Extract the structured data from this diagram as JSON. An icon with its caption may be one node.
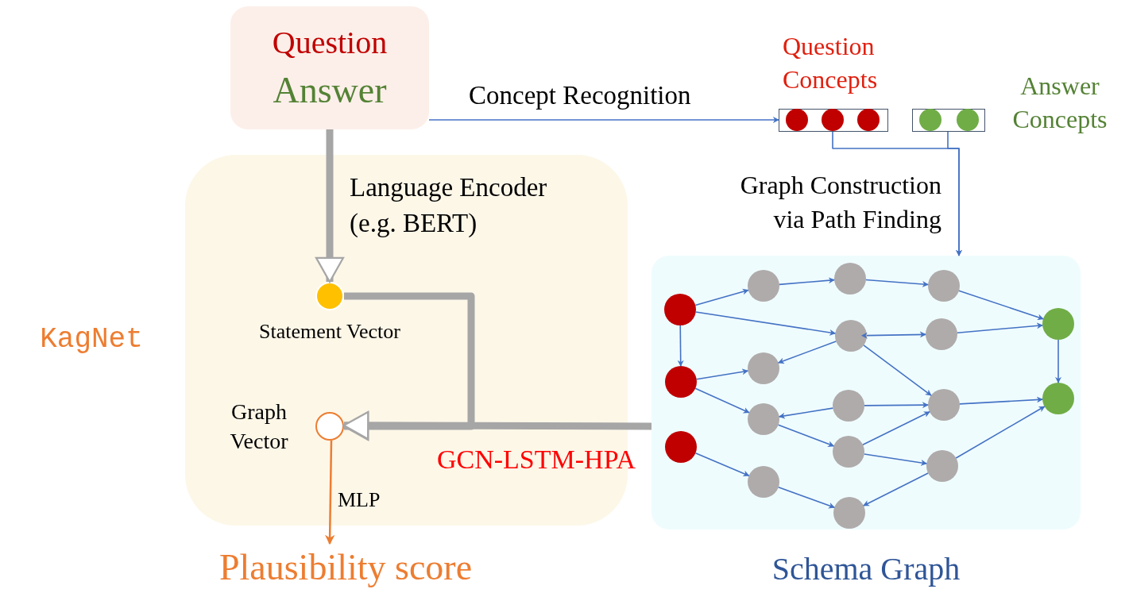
{
  "diagram": {
    "nodes": [
      {
        "text": [
          "Question",
          "Answer"
        ]
      },
      {
        "text": [
          "Question Concepts"
        ]
      },
      {
        "text": [],
        "shape": "circle",
        "in": 1
      },
      {
        "text": [],
        "shape": "circle",
        "in": 1
      },
      {
        "text": [],
        "shape": "circle",
        "in": 1
      },
      {
        "text": [
          "Answer Concepts"
        ]
      },
      {
        "text": [],
        "shape": "circle",
        "in": 5
      },
      {
        "text": [],
        "shape": "circle",
        "in": 5
      },
      {
        "text": [],
        "shape": "box",
        "beside": [
          "KagNet"
        ]
      },
      {
        "text": [
          "Statement Vector"
        ],
        "in": 8
      },
      {
        "text": [
          "Graph Vector"
        ],
        "in": 8
      },
      {
        "text": [
          "Schema Graph"
        ]
      },
      {
        "text": [],
        "shape": "circle",
        "in": 11
      },
      {
        "text": [],
        "shape": "circle",
        "in": 11
      },
      {
        "text": [],
        "shape": "circle",
        "in": 11
      },
      {
        "text": [],
        "shape": "circle",
        "in": 11
      },
      {
        "text": [],
        "shape": "circle",
        "in": 11
      },
      {
        "text": [],
        "shape": "circle",
        "in": 11
      },
      {
        "text": [],
        "shape": "circle",
        "in": 11
      },
      {
        "text": [],
        "shape": "circle",
        "in": 11
      },
      {
        "text": [],
        "shape": "circle",
        "in": 11
      },
      {
        "text": [],
        "shape": "circle",
        "in": 11
      },
      {
        "text": [],
        "shape": "circle",
        "in": 11
      },
      {
        "text": [],
        "shape": "circle",
        "in": 11
      },
      {
        "text": [],
        "shape": "circle",
        "in": 11
      },
      {
        "text": [],
        "shape": "circle",
        "in": 11
      },
      {
        "text": [],
        "shape": "circle",
        "in": 11
      },
      {
        "text": [],
        "shape": "circle",
        "in": 11
      },
      {
        "text": [],
        "shape": "circle",
        "in": 11
      },
      {
        "text": [],
        "shape": "circle",
        "in": 11
      },
      {
        "text": [
          "Plausibility score"
        ]
      }
    ],
    "edges": [
      {
        "from": 0,
        "to": 1,
        "arrow": "to",
        "label": "Concept Recognition"
      },
      {
        "from": 1,
        "to": 11,
        "arrow": "to",
        "label": "Graph Construction via Path Finding"
      },
      {
        "from": 5,
        "to": 11,
        "arrow": "to"
      },
      {
        "from": 0,
        "to": 9,
        "arrow": "to",
        "label": "Language Encoder (e.g. BERT)",
        "style": "thick",
        "color": "#a6a6a6"
      },
      {
        "from": 9,
        "to": 10,
        "arrow": "to",
        "style": "thick",
        "color": "#a6a6a6"
      },
      {
        "from": 11,
        "to": 10,
        "arrow": "to",
        "label": "GCN-LSTM-HPA",
        "style": "thick",
        "color": "#a6a6a6"
      },
      {
        "from": 10,
        "to": 30,
        "arrow": "to",
        "label": "MLP",
        "color": "#ed7d31"
      },
      {
        "from": 12,
        "to": 13,
        "arrow": "to"
      },
      {
        "from": 12,
        "to": 17,
        "arrow": "to"
      },
      {
        "from": 12,
        "to": 19,
        "arrow": "to"
      },
      {
        "from": 13,
        "to": 14,
        "arrow": "to"
      },
      {
        "from": 14,
        "to": 15,
        "arrow": "to"
      },
      {
        "from": 15,
        "to": 16,
        "arrow": "to"
      },
      {
        "from": 17,
        "to": 18,
        "arrow": "both"
      },
      {
        "from": 18,
        "to": 16,
        "arrow": "to"
      },
      {
        "from": 16,
        "to": 21,
        "arrow": "to"
      },
      {
        "from": 17,
        "to": 20,
        "arrow": "to"
      },
      {
        "from": 17,
        "to": 24,
        "arrow": "to"
      },
      {
        "from": 19,
        "to": 20,
        "arrow": "to"
      },
      {
        "from": 19,
        "to": 23,
        "arrow": "to"
      },
      {
        "from": 22,
        "to": 23,
        "arrow": "to"
      },
      {
        "from": 22,
        "to": 24,
        "arrow": "to"
      },
      {
        "from": 23,
        "to": 26,
        "arrow": "to"
      },
      {
        "from": 26,
        "to": 24,
        "arrow": "to"
      },
      {
        "from": 26,
        "to": 27,
        "arrow": "to"
      },
      {
        "from": 24,
        "to": 21,
        "arrow": "to"
      },
      {
        "from": 27,
        "to": 21,
        "arrow": "to"
      },
      {
        "from": 27,
        "to": 29,
        "arrow": "to"
      },
      {
        "from": 25,
        "to": 28,
        "arrow": "to"
      },
      {
        "from": 28,
        "to": 29,
        "arrow": "to"
      }
    ]
  }
}
